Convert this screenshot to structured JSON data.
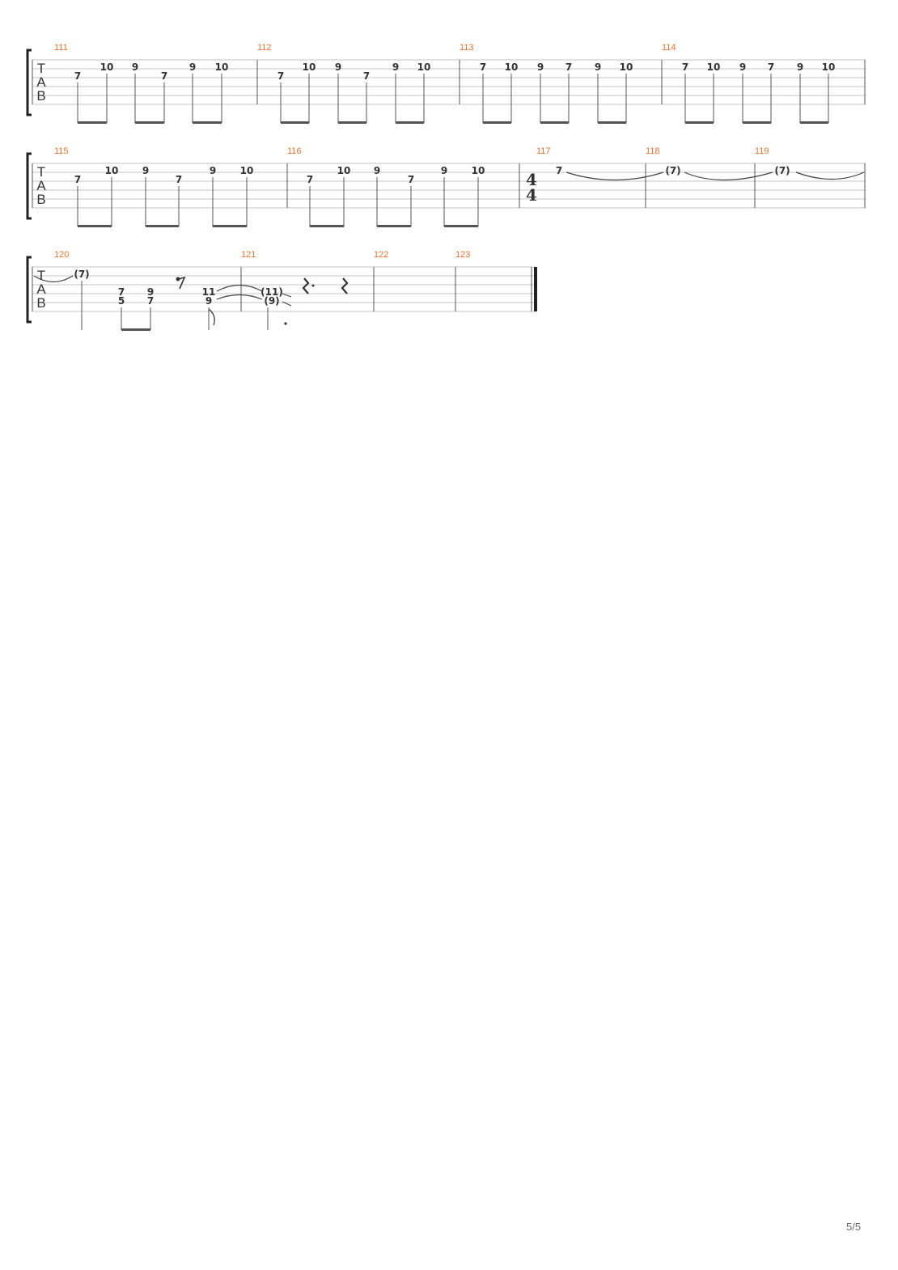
{
  "page": {
    "number": "5/5"
  },
  "tab_clef": [
    "T",
    "A",
    "B"
  ],
  "time_signature": {
    "numerator": "4",
    "denominator": "4",
    "at_measure": "117"
  },
  "colors": {
    "measure_number": "#e8722c",
    "staff_line": "#c4c4c4",
    "notation": "#333333"
  },
  "systems": [
    {
      "measures": [
        {
          "number": "111",
          "notes": [
            {
              "fret": "7",
              "string": 2
            },
            {
              "fret": "10",
              "string": 1
            },
            {
              "fret": "9",
              "string": 1
            },
            {
              "fret": "7",
              "string": 2
            },
            {
              "fret": "9",
              "string": 1
            },
            {
              "fret": "10",
              "string": 1
            }
          ]
        },
        {
          "number": "112",
          "notes": [
            {
              "fret": "7",
              "string": 2
            },
            {
              "fret": "10",
              "string": 1
            },
            {
              "fret": "9",
              "string": 1
            },
            {
              "fret": "7",
              "string": 2
            },
            {
              "fret": "9",
              "string": 1
            },
            {
              "fret": "10",
              "string": 1
            }
          ]
        },
        {
          "number": "113",
          "notes": [
            {
              "fret": "7",
              "string": 1
            },
            {
              "fret": "10",
              "string": 1
            },
            {
              "fret": "9",
              "string": 1
            },
            {
              "fret": "7",
              "string": 1
            },
            {
              "fret": "9",
              "string": 1
            },
            {
              "fret": "10",
              "string": 1
            }
          ]
        },
        {
          "number": "114",
          "notes": [
            {
              "fret": "7",
              "string": 1
            },
            {
              "fret": "10",
              "string": 1
            },
            {
              "fret": "9",
              "string": 1
            },
            {
              "fret": "7",
              "string": 1
            },
            {
              "fret": "9",
              "string": 1
            },
            {
              "fret": "10",
              "string": 1
            }
          ]
        }
      ]
    },
    {
      "measures": [
        {
          "number": "115",
          "notes": [
            {
              "fret": "7",
              "string": 2
            },
            {
              "fret": "10",
              "string": 1
            },
            {
              "fret": "9",
              "string": 1
            },
            {
              "fret": "7",
              "string": 2
            },
            {
              "fret": "9",
              "string": 1
            },
            {
              "fret": "10",
              "string": 1
            }
          ]
        },
        {
          "number": "116",
          "notes": [
            {
              "fret": "7",
              "string": 2
            },
            {
              "fret": "10",
              "string": 1
            },
            {
              "fret": "9",
              "string": 1
            },
            {
              "fret": "7",
              "string": 2
            },
            {
              "fret": "9",
              "string": 1
            },
            {
              "fret": "10",
              "string": 1
            }
          ]
        },
        {
          "number": "117",
          "notes": [
            {
              "fret": "7",
              "string": 1
            }
          ]
        },
        {
          "number": "118",
          "notes": [
            {
              "fret": "(7)",
              "string": 1
            }
          ]
        },
        {
          "number": "119",
          "notes": [
            {
              "fret": "(7)",
              "string": 1
            }
          ]
        }
      ]
    },
    {
      "measures": [
        {
          "number": "120",
          "notes": [
            {
              "fret": "(7)",
              "string": 1
            },
            {
              "fret": "7",
              "string": 3
            },
            {
              "fret": "5",
              "string": 4
            },
            {
              "fret": "9",
              "string": 3
            },
            {
              "fret": "7",
              "string": 4
            },
            {
              "fret": "11",
              "string": 3
            },
            {
              "fret": "9",
              "string": 4
            }
          ]
        },
        {
          "number": "121",
          "notes": [
            {
              "fret": "(11)",
              "string": 3
            },
            {
              "fret": "(9)",
              "string": 4
            }
          ]
        },
        {
          "number": "122",
          "notes": []
        },
        {
          "number": "123",
          "notes": []
        }
      ]
    }
  ]
}
